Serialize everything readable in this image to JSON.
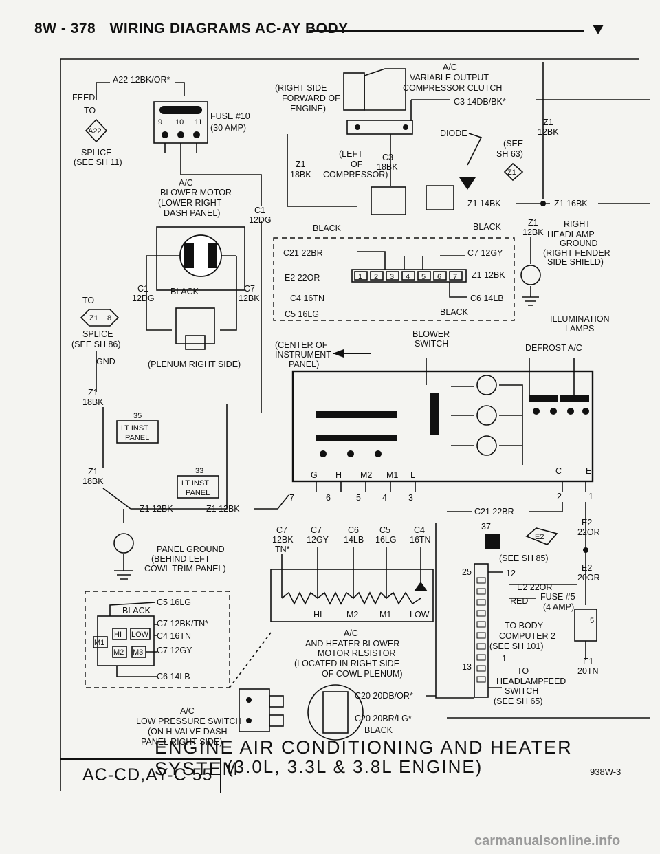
{
  "header": {
    "page": "8W - 378",
    "title": "WIRING DIAGRAMS AC-AY BODY"
  },
  "labels": {
    "a22_wire": "A22 12BK/OR*",
    "feed": "FEED",
    "to": "TO",
    "splice_a22": "A22",
    "splice": "SPLICE",
    "see_sh11": "(SEE SH 11)",
    "fuse10": "FUSE #10",
    "amp30": "(30 AMP)",
    "fuse_pins": [
      "9",
      "10",
      "11"
    ],
    "right_side_forward": "(RIGHT SIDE",
    "forward_of": "FORWARD OF",
    "engine": "ENGINE)",
    "ac_top": "A/C",
    "variable_output": "VARIABLE OUTPUT",
    "compressor_clutch": "COMPRESSOR CLUTCH",
    "c3_14db": "C3 14DB/BK*",
    "z1_12bk_top": "Z1",
    "z1_12bk_top2": "12BK",
    "diode": "DIODE",
    "see_sh63a": "(SEE",
    "see_sh63b": "SH 63)",
    "z1_splice": "Z1",
    "left_of": "(LEFT",
    "of": "OF",
    "compressor": "COMPRESSOR)",
    "c3_18bk": "C3",
    "c3_18bk2": "18BK",
    "z1_18bk": "Z1",
    "z1_18bk2": "18BK",
    "ac_blower": "A/C",
    "blower_motor": "BLOWER MOTOR",
    "lower_right": "(LOWER RIGHT",
    "dash_panel": "DASH PANEL)",
    "c1_12dg": "C1",
    "c1_12dg2": "12DG",
    "black": "BLACK",
    "z1_14bk": "Z1 14BK",
    "z1_16bk": "Z1 16BK",
    "z1_12bk_hl": "Z1",
    "z1_12bk_hl2": "12BK",
    "right_headlamp": "RIGHT",
    "headlamp": "HEADLAMP",
    "ground": "GROUND",
    "right_fender": "(RIGHT FENDER",
    "side_shield": "SIDE SHIELD)",
    "c21_22br": "C21 22BR",
    "c7_12gy": "C7 12GY",
    "e2_22or": "E2 22OR",
    "z1_12bk_c": "Z1 12BK",
    "c4_16tn": "C4 16TN",
    "c6_14lb": "C6 14LB",
    "c5_16lg": "C5 16LG",
    "conn_pins": [
      "1",
      "2",
      "3",
      "4",
      "5",
      "6",
      "7"
    ],
    "c1_bl": "C1",
    "c1_bl2": "12DG",
    "c7_bl": "C7",
    "c7_bl2": "12BK",
    "to2": "TO",
    "splice_z1": "Z1",
    "splice_8": "8",
    "splice2": "SPLICE",
    "see_sh86": "(SEE SH 86)",
    "gnd": "GND",
    "plenum": "(PLENUM RIGHT SIDE)",
    "center_of": "(CENTER OF",
    "instrument": "INSTRUMENT",
    "panel": "PANEL)",
    "blower_switch": "BLOWER",
    "switch": "SWITCH",
    "illumination": "ILLUMINATION",
    "lamps": "LAMPS",
    "defrost": "DEFROST",
    "ac_defrost": "A/C",
    "z1_18bk_l": "Z1",
    "z1_18bk_l2": "18BK",
    "n35": "35",
    "lt_inst": "LT INST",
    "panel_box": "PANEL",
    "c7_12bk_tn": "C7",
    "c7_12bk_tn2": "12BK",
    "c7_12bk_tn3": "TN*",
    "sw_letters": [
      "G",
      "H",
      "M2",
      "M1",
      "L",
      "C",
      "E"
    ],
    "z1_18bk_l3": "Z1",
    "z1_18bk_l4": "18BK",
    "n33": "33",
    "lt_inst2": "LT INST",
    "panel_box2": "PANEL",
    "z1_12bk_l": "Z1 12BK",
    "z1_12bk_m": "Z1 12BK",
    "pin_nums": [
      "7",
      "6",
      "5",
      "4",
      "3",
      "2",
      "1"
    ],
    "c21_22br_b": "C21 22BR",
    "n37": "37",
    "e2_splice": "E2",
    "e2_22or_r": "E2",
    "e2_22or_r2": "22OR",
    "see_sh85": "(SEE SH 85)",
    "e2_20or": "E2",
    "e2_20or2": "20OR",
    "resist_cols": [
      [
        "C7",
        "12BK",
        "TN*"
      ],
      [
        "C7",
        "12GY"
      ],
      [
        "C6",
        "14LB"
      ],
      [
        "C5",
        "16LG"
      ],
      [
        "C4",
        "16TN"
      ]
    ],
    "panel_ground": "PANEL GROUND",
    "behind_left": "(BEHIND LEFT",
    "cowl_trim": "COWL TRIM PANEL)",
    "n25": "25",
    "n12": "12",
    "e2_22or_b": "E2 22OR",
    "red": "RED",
    "fuse5": "FUSE #5",
    "amp4": "(4 AMP)",
    "n5": "5",
    "res_taps": [
      "HI",
      "M2",
      "M1",
      "LOW"
    ],
    "c5_16lg_b": "C5 16LG",
    "black_b": "BLACK",
    "c7_12bktn": "C7 12BK/TN*",
    "c4_16tn_b": "C4 16TN",
    "c7_12gy_b": "C7 12GY",
    "c6_14lb_b": "C6 14LB",
    "sw_keys": [
      "HI",
      "LOW",
      "M1",
      "M2",
      "M3"
    ],
    "ac_res": "A/C",
    "and_heater": "AND HEATER BLOWER",
    "motor_res": "MOTOR RESISTOR",
    "located": "(LOCATED IN RIGHT SIDE",
    "cowl_plenum": "OF COWL PLENUM)",
    "to_body": "TO BODY",
    "computer2": "COMPUTER 2",
    "see_sh101": "(SEE SH 101)",
    "n13": "13",
    "n1": "1",
    "to3": "TO",
    "headlamp_sw": "HEADLAMP",
    "switch2": "SWITCH",
    "feed2": "FEED",
    "see_sh65": "(SEE SH 65)",
    "e1": "E1",
    "e1_20tn": "20TN",
    "c20_20db": "C20 20DB/OR*",
    "c20_20br": "C20 20BR/LG*",
    "black_c": "BLACK",
    "ac_lps": "A/C",
    "low_pressure": "LOW PRESSURE SWITCH",
    "on_h_valve": "(ON H VALVE DASH",
    "panel_right": "PANEL RIGHT SIDE)"
  },
  "footer": {
    "title_line1": "ENGINE AIR CONDITIONING AND HEATER SYSTEM",
    "title_line2": "(3.0L, 3.3L & 3.8L ENGINE)",
    "code": "AC-CD,AY-C 55",
    "ref": "938W-3"
  },
  "watermark": "carmanualsonline.info"
}
